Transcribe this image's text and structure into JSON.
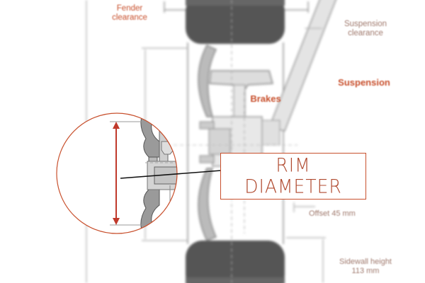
{
  "labels": {
    "fender": [
      "Fender",
      "clearance"
    ],
    "suspension_clearance": [
      "Suspension",
      "clearance"
    ],
    "suspension": "Suspension",
    "brakes": "Brakes",
    "offset": "Offset 45 mm",
    "sidewall": [
      "Sidewall height",
      "113 mm"
    ]
  },
  "callout": {
    "line1": "RIM",
    "line2": "DIAMETER"
  },
  "colors": {
    "accent_red": "#c8502d",
    "tire_dark": "#4a4a4a",
    "rim_grey": "#cfcfcf",
    "line_grey": "#8a8a8a"
  }
}
